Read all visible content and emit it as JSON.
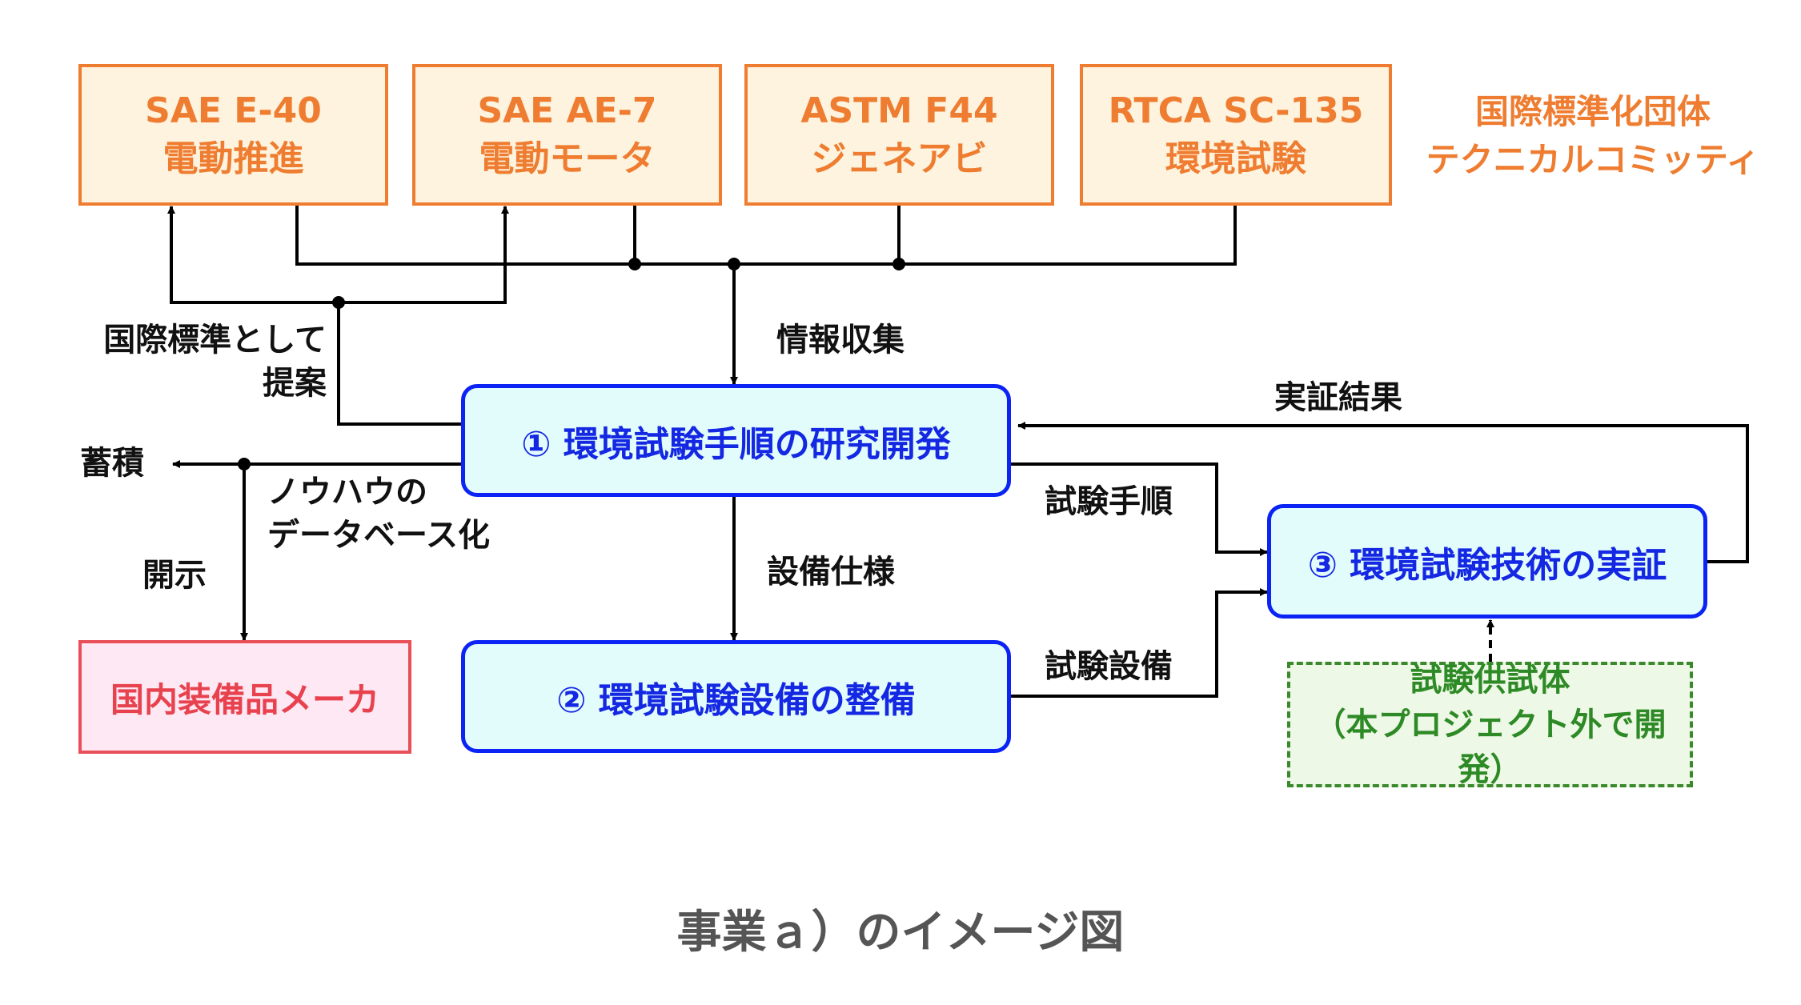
{
  "orgs": [
    {
      "name": "SAE E-40",
      "sub": "電動推進"
    },
    {
      "name": "SAE AE-7",
      "sub": "電動モータ"
    },
    {
      "name": "ASTM F44",
      "sub": "ジェネアビ"
    },
    {
      "name": "RTCA SC-135",
      "sub": "環境試験"
    }
  ],
  "org_group_label": [
    "国際標準化団体",
    "テクニカルコミッティ"
  ],
  "processes": {
    "research": "① 環境試験手順の研究開発",
    "equipment": "② 環境試験設備の整備",
    "demo": "③ 環境試験技術の実証"
  },
  "manufacturer": "国内装備品メーカ",
  "test_article": [
    "試験供試体",
    "（本プロジェクト外で開発）"
  ],
  "labels": {
    "info_collection": "情報収集",
    "propose": [
      "国際標準として",
      "提案"
    ],
    "accumulate": "蓄積",
    "knowhow": [
      "ノウハウの",
      "データベース化"
    ],
    "disclose": "開示",
    "equipment_spec": "設備仕様",
    "test_procedure": "試験手順",
    "test_equipment": "試験設備",
    "demo_result": "実証結果"
  },
  "caption": "事業ａ）のイメージ図",
  "colors": {
    "org": "#ef7d31",
    "process": "#0b24f5",
    "manufacturer": "#e84f57",
    "test_article": "#3a8a2c",
    "line": "#000000"
  }
}
